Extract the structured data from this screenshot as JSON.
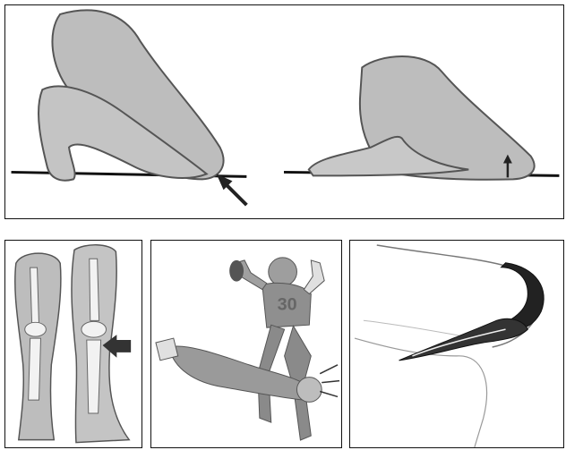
{
  "colors": {
    "skin_fill": "#bdbdbd",
    "outline": "#555555",
    "bone_fill": "#f2f2f2",
    "arrow": "#222222",
    "ground": "#111111"
  },
  "panels": [
    {
      "name": "kneeling-falls",
      "description_icons": [
        "arrow-icon",
        "arrow-up-icon"
      ]
    },
    {
      "name": "knee-bones-panel",
      "icons": [
        "arrow-right-icon"
      ]
    },
    {
      "name": "football-tackle-panel",
      "icons": [
        "impact-lines-icon"
      ]
    },
    {
      "name": "ligament-tear-panel",
      "icons": []
    }
  ],
  "jersey_number": "30"
}
